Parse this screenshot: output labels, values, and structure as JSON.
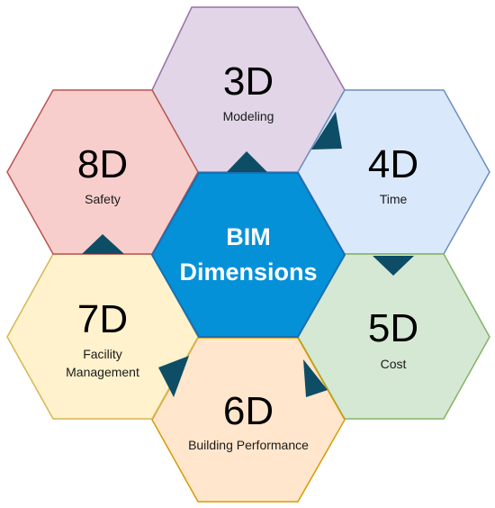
{
  "center": {
    "line1": "BIM",
    "line2": "Dimensions",
    "fill": "#0591d8",
    "stroke": "#1c6fb0"
  },
  "dimensions": [
    {
      "id": "3d",
      "title": "3D",
      "subtitle_lines": [
        "Modeling"
      ],
      "fill": "#e1d5e7",
      "stroke": "#9673a6"
    },
    {
      "id": "4d",
      "title": "4D",
      "subtitle_lines": [
        "Time"
      ],
      "fill": "#dae8fc",
      "stroke": "#6c8ebf"
    },
    {
      "id": "5d",
      "title": "5D",
      "subtitle_lines": [
        "Cost"
      ],
      "fill": "#d5e8d4",
      "stroke": "#82b366"
    },
    {
      "id": "6d",
      "title": "6D",
      "subtitle_lines": [
        "Building Performance"
      ],
      "fill": "#ffe6cc",
      "stroke": "#d79b00"
    },
    {
      "id": "7d",
      "title": "7D",
      "subtitle_lines": [
        "Facility",
        "Management"
      ],
      "fill": "#fff2cc",
      "stroke": "#d6b656"
    },
    {
      "id": "8d",
      "title": "8D",
      "subtitle_lines": [
        "Safety"
      ],
      "fill": "#f8cecc",
      "stroke": "#b85450"
    }
  ],
  "arrow_color": "#0e4d66"
}
